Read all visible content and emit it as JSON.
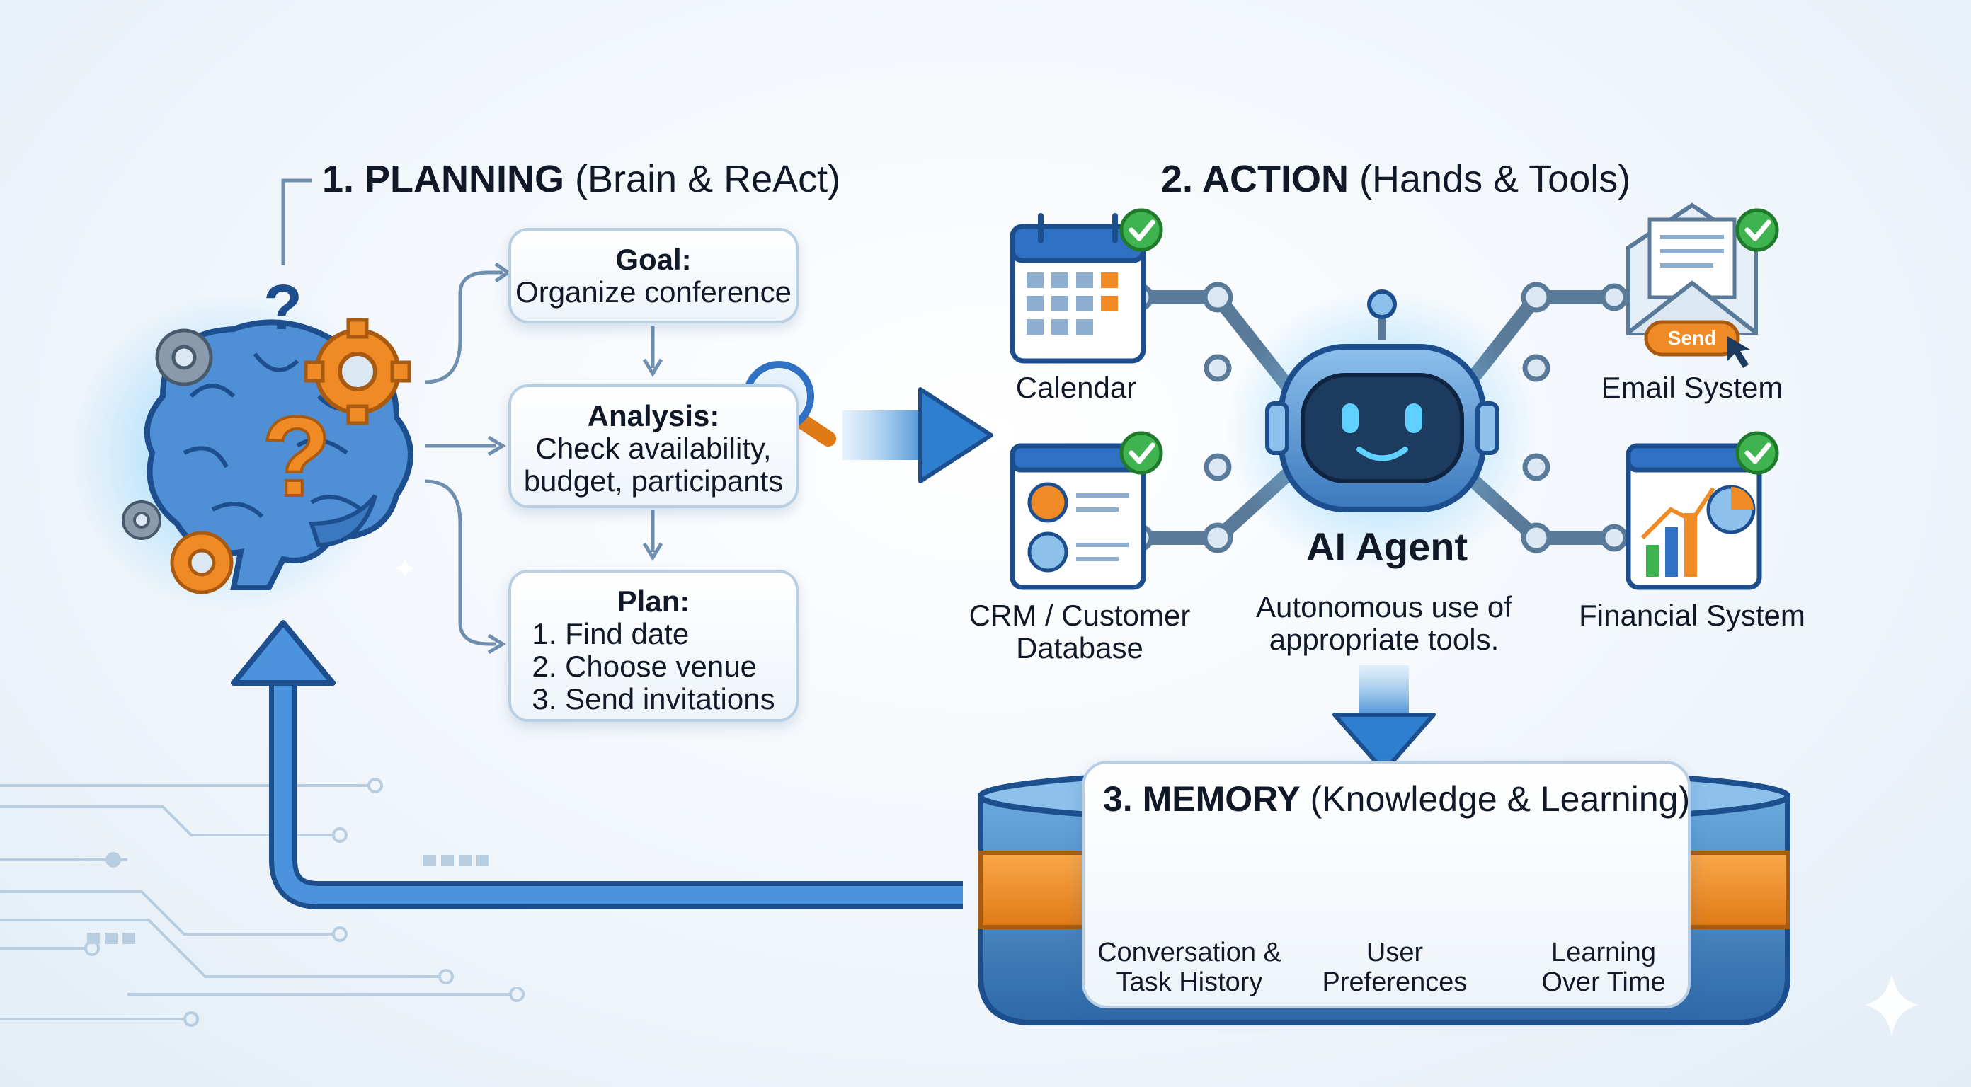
{
  "planning": {
    "title_bold": "1. PLANNING",
    "title_rest": " (Brain & ReAct)",
    "goal": {
      "heading": "Goal:",
      "text": "Organize conference"
    },
    "analysis": {
      "heading": "Analysis:",
      "line1": "Check availability,",
      "line2": "budget, participants"
    },
    "plan": {
      "heading": "Plan:",
      "steps": [
        "1. Find date",
        "2. Choose venue",
        "3. Send invitations"
      ]
    }
  },
  "action": {
    "title_bold": "2. ACTION",
    "title_rest": " (Hands & Tools)",
    "agent_name": "AI Agent",
    "agent_desc_line1": "Autonomous use of",
    "agent_desc_line2": "appropriate tools.",
    "tools": {
      "calendar": "Calendar",
      "email": "Email System",
      "email_button": "Send",
      "crm_line1": "CRM / Customer",
      "crm_line2": "Database",
      "financial": "Financial System"
    }
  },
  "memory": {
    "title_bold": "3. MEMORY",
    "title_rest": " (Knowledge & Learning)",
    "items": [
      {
        "line1": "Conversation &",
        "line2": "Task History"
      },
      {
        "line1": "User",
        "line2": "Preferences"
      },
      {
        "line1": "Learning",
        "line2": "Over Time"
      }
    ]
  },
  "colors": {
    "blue": "#2f72c4",
    "orange": "#f08a24",
    "green": "#3fb34f",
    "dark_navy": "#1d3a5f"
  },
  "icons": [
    "brain-icon",
    "gear-icon",
    "question-icon",
    "magnifier-icon",
    "calendar-icon",
    "email-icon",
    "crm-icon",
    "financial-chart-icon",
    "robot-icon",
    "check-icon",
    "folder-icon",
    "clock-chart-icon",
    "sparkle-icon"
  ]
}
